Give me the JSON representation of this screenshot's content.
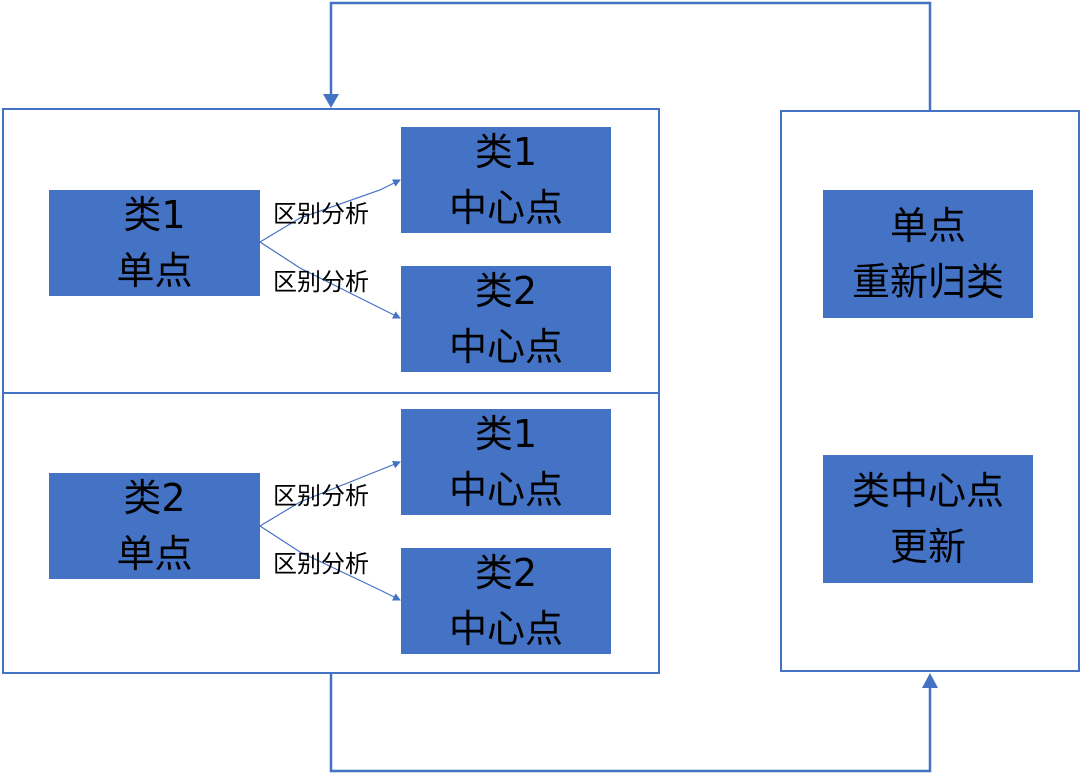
{
  "colors": {
    "box_fill": "#4472C4",
    "frame_stroke": "#4472C4",
    "arrow_stroke": "#4472C4"
  },
  "groups": [
    {
      "single": {
        "line1": "类1",
        "line2": "单点"
      },
      "analysis_labels": [
        "区别分析",
        "区别分析"
      ],
      "centers": [
        {
          "line1": "类1",
          "line2": "中心点"
        },
        {
          "line1": "类2",
          "line2": "中心点"
        }
      ]
    },
    {
      "single": {
        "line1": "类2",
        "line2": "单点"
      },
      "analysis_labels": [
        "区别分析",
        "区别分析"
      ],
      "centers": [
        {
          "line1": "类1",
          "line2": "中心点"
        },
        {
          "line1": "类2",
          "line2": "中心点"
        }
      ]
    }
  ],
  "right_panel": {
    "reclassify": {
      "line1": "单点",
      "line2": "重新归类"
    },
    "update": {
      "line1": "类中心点",
      "line2": "更新"
    }
  }
}
